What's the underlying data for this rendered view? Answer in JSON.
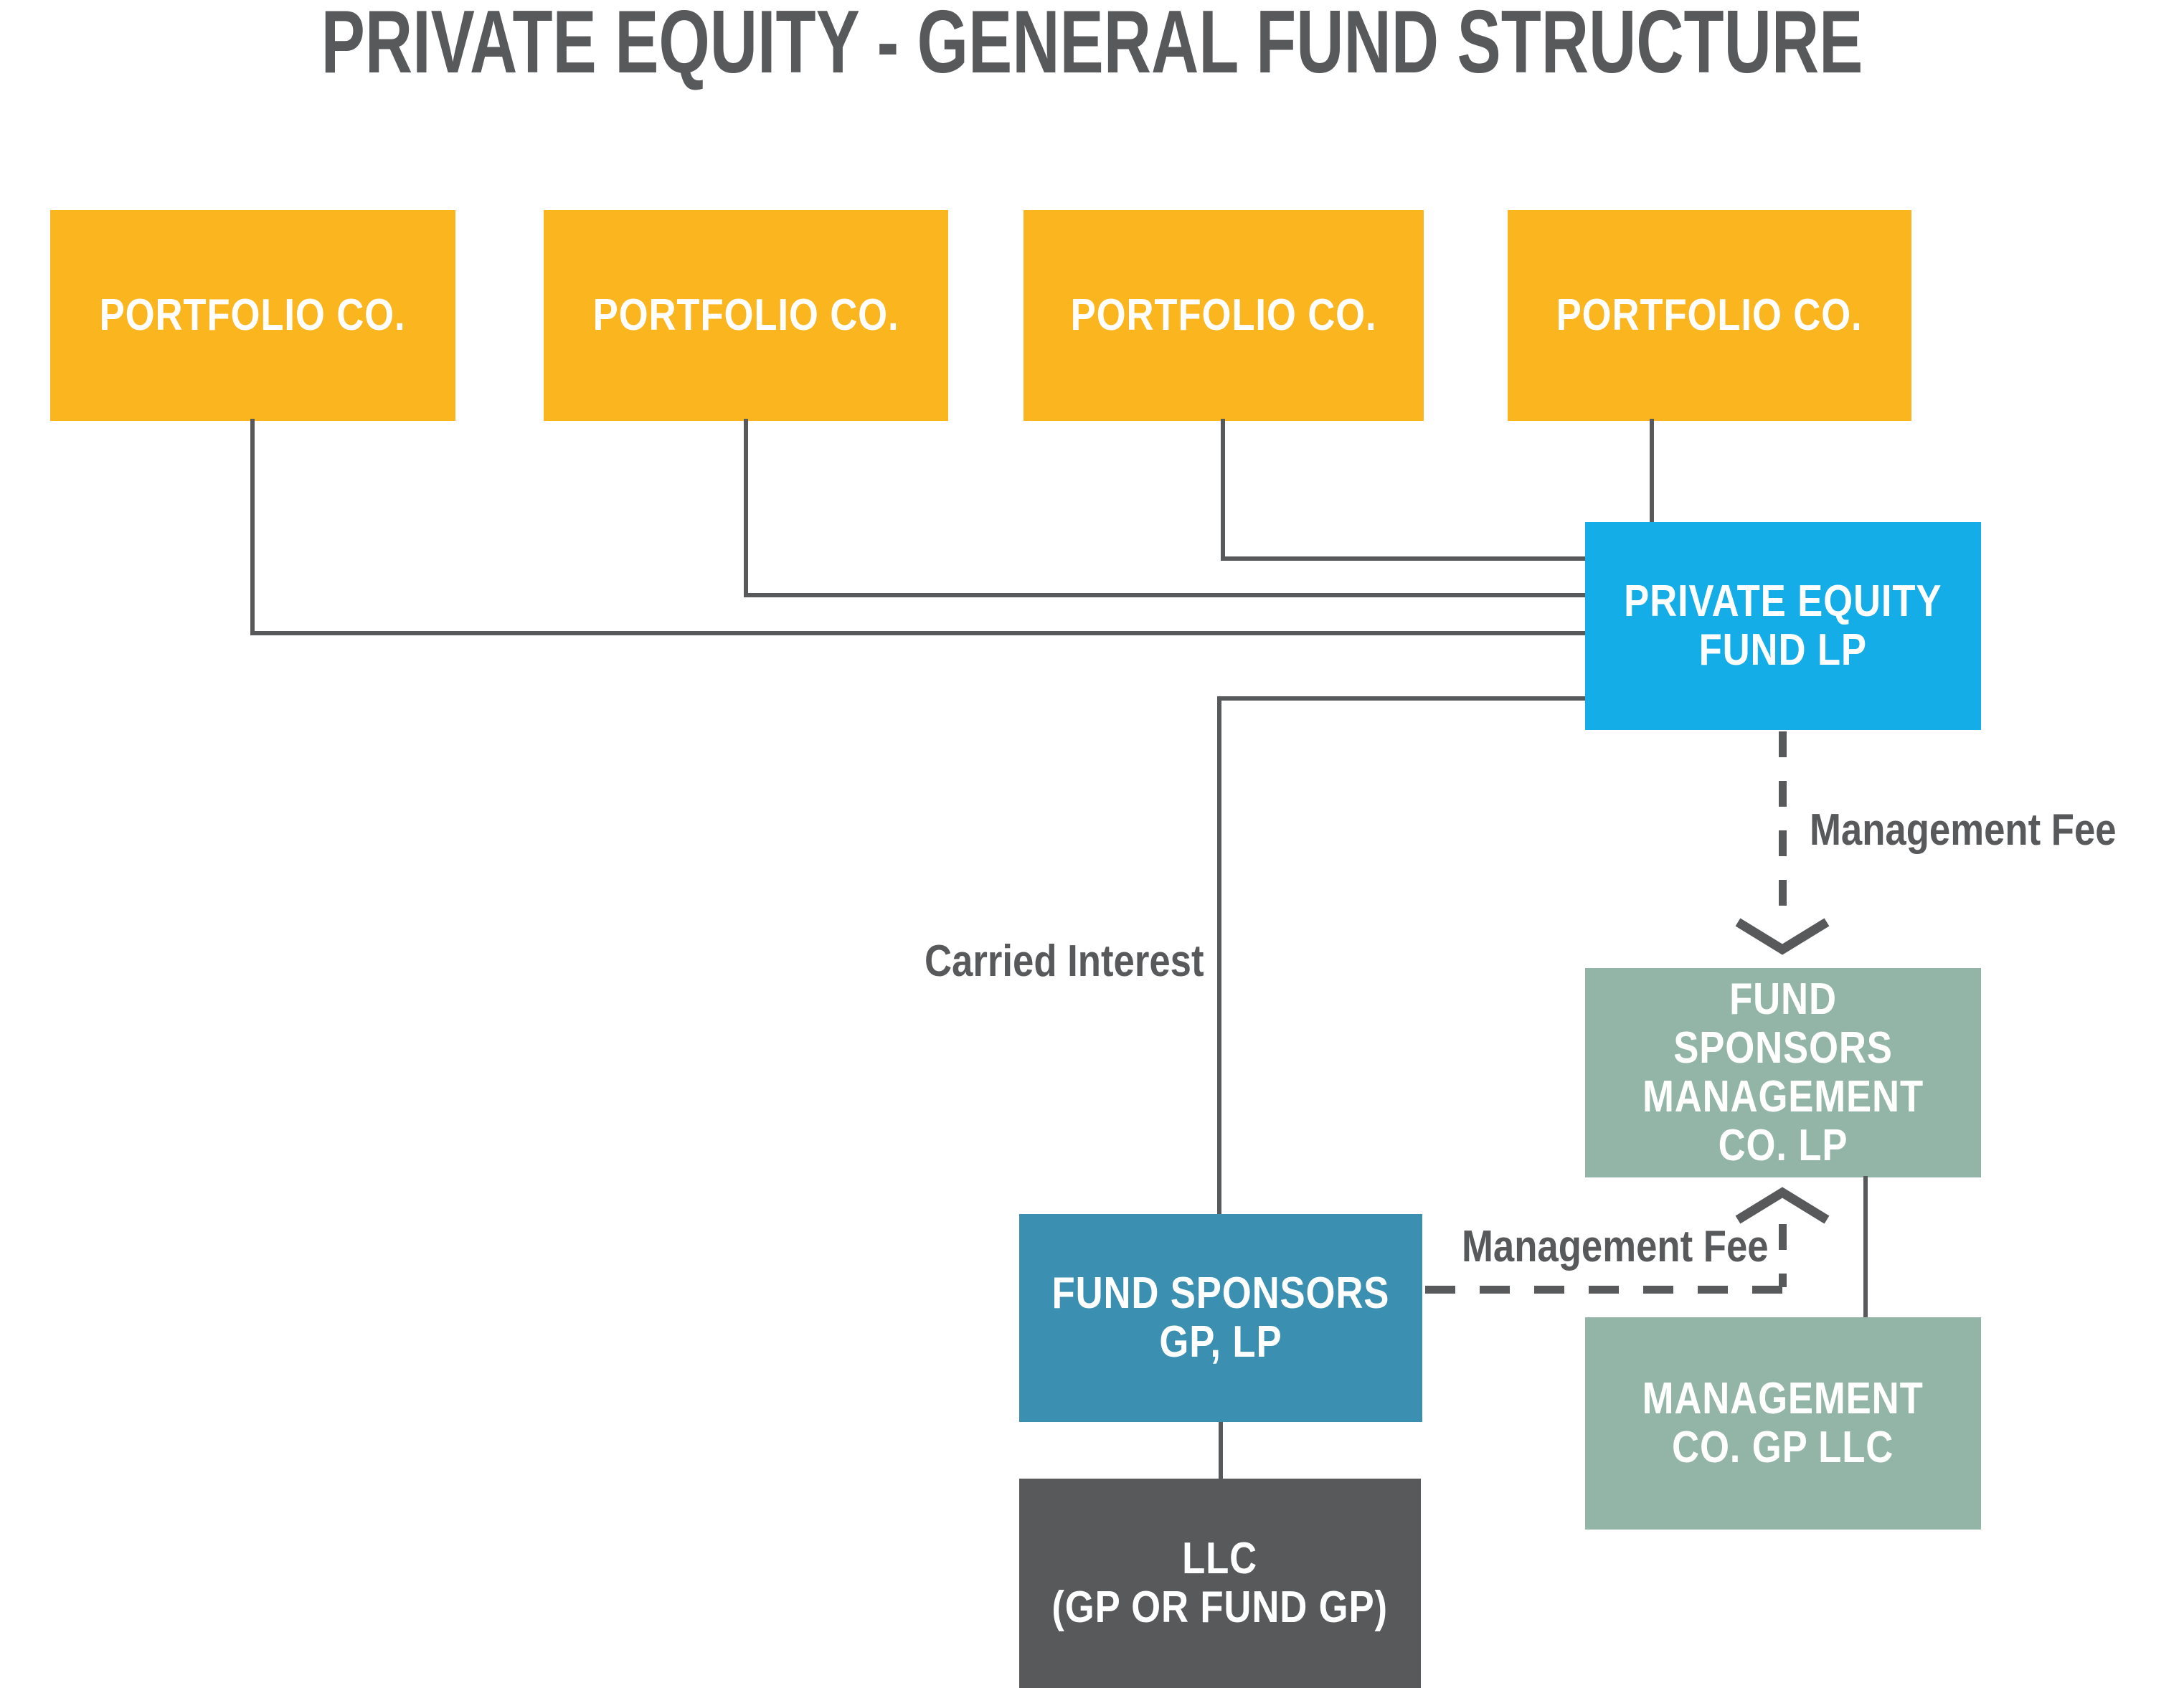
{
  "title": "PRIVATE EQUITY - GENERAL FUND STRUCTURE",
  "colors": {
    "yellow": "#FBB51E",
    "blue": "#14ADE8",
    "teal": "#3B8FB0",
    "sage": "#93B5A7",
    "gray": "#58595B",
    "white": "#FFFFFF"
  },
  "nodes": {
    "portfolio_1": {
      "label": "PORTFOLIO CO."
    },
    "portfolio_2": {
      "label": "PORTFOLIO CO."
    },
    "portfolio_3": {
      "label": "PORTFOLIO CO."
    },
    "portfolio_4": {
      "label": "PORTFOLIO CO."
    },
    "pe_fund_lp": {
      "label": "PRIVATE EQUITY\nFUND LP"
    },
    "fund_sponsors_mgmt_co_lp": {
      "label": "FUND SPONSORS\nMANAGEMENT\nCO. LP"
    },
    "fund_sponsors_gp_lp": {
      "label": "FUND SPONSORS\nGP, LP"
    },
    "management_co_gp_llc": {
      "label": "MANAGEMENT\nCO. GP LLC"
    },
    "llc_gp_or_fund_gp": {
      "label": "LLC\n(GP OR FUND GP)"
    }
  },
  "edge_labels": {
    "management_fee_top": "Management Fee",
    "carried_interest": "Carried Interest",
    "management_fee_bottom": "Management Fee"
  }
}
